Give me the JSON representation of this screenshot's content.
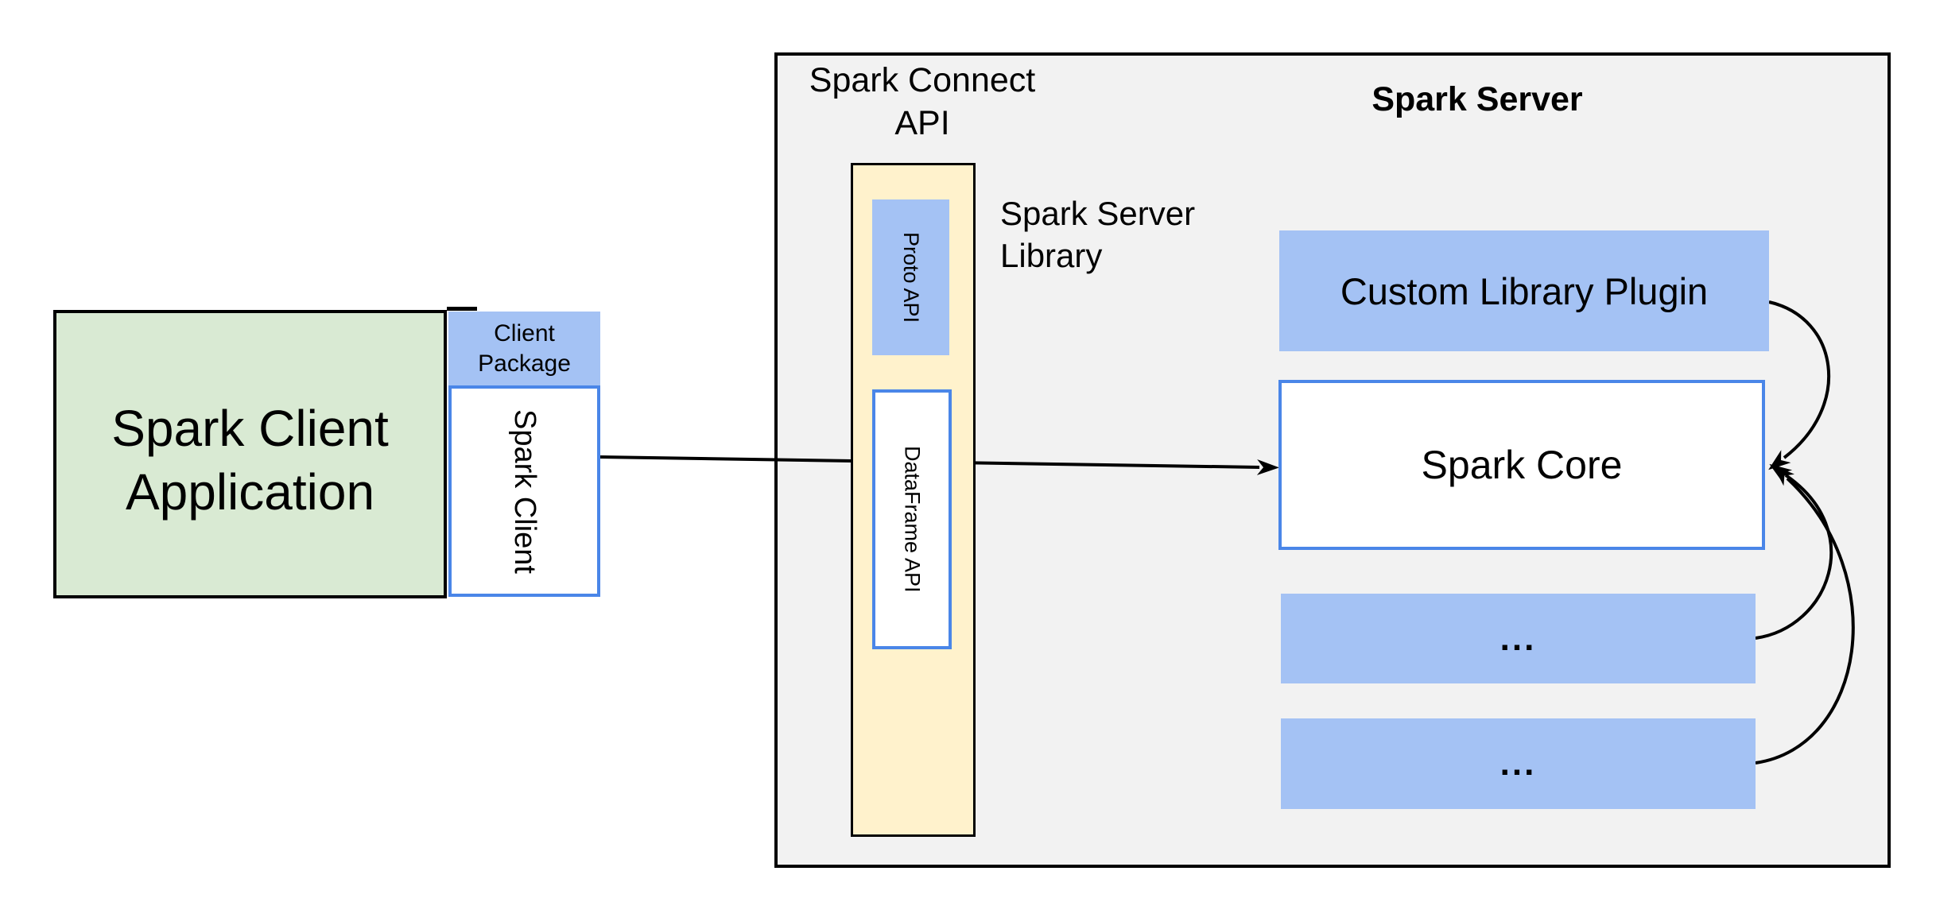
{
  "left": {
    "app": {
      "line1": "Spark Client",
      "line2": "Application"
    },
    "package": {
      "line1": "Client",
      "line2": "Package"
    },
    "spark_client": "Spark Client"
  },
  "connect": {
    "title_line1": "Spark Connect",
    "title_line2": "API",
    "proto_api": "Proto API",
    "dataframe_api": "DataFrame API",
    "library_line1": "Spark Server",
    "library_line2": "Library"
  },
  "server": {
    "title": "Spark Server",
    "plugin": "Custom Library Plugin",
    "core": "Spark Core",
    "more1": "...",
    "more2": "..."
  },
  "colors": {
    "green_fill": "#d9ead3",
    "blue_fill": "#a4c2f4",
    "yellow_fill": "#fff2cc",
    "gray_fill": "#f2f2f2",
    "blue_border": "#4a86e8",
    "line_color": "#000000",
    "text_color": "#000000",
    "canvas_bg": "#ffffff"
  }
}
